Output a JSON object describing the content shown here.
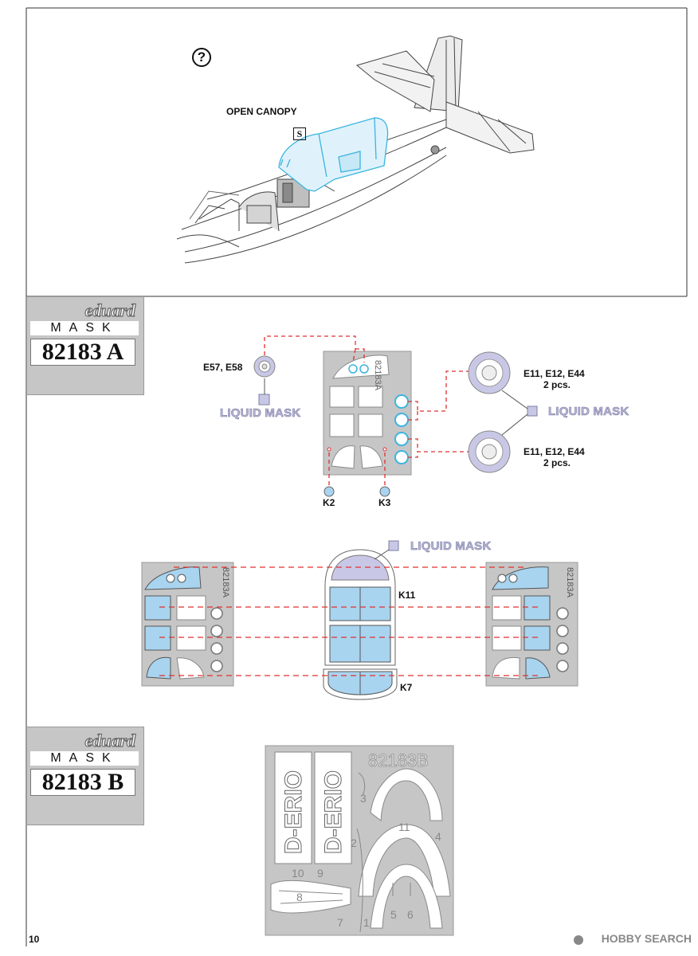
{
  "header": {
    "help_symbol": "?",
    "open_canopy_label": "OPEN CANOPY",
    "step_marker": "S"
  },
  "mask_a": {
    "brand": "eduard",
    "type": "MASK",
    "code": "82183 A",
    "sheet_code": "82183A",
    "e57_label": "E57, E58",
    "e11_label_top": "E11, E12, E44",
    "pcs_top": "2 pcs.",
    "e11_label_bottom": "E11, E12, E44",
    "pcs_bottom": "2 pcs.",
    "liquid_mask_left": "LIQUID MASK",
    "liquid_mask_right": "LIQUID MASK",
    "k2_label": "K2",
    "k3_label": "K3"
  },
  "canopy": {
    "liquid_mask": "LIQUID MASK",
    "k11_label": "K11",
    "k7_label": "K7",
    "sheet_code_left": "82183A",
    "sheet_code_right": "82183A"
  },
  "mask_b": {
    "brand": "eduard",
    "type": "MASK",
    "code": "82183 B",
    "sheet_code": "82183B",
    "registration_1": "D-ERIO",
    "registration_2": "D-ERIO",
    "part_numbers": [
      "1",
      "2",
      "3",
      "4",
      "5",
      "6",
      "7",
      "8",
      "9",
      "10",
      "11"
    ]
  },
  "footer": {
    "page_number": "10",
    "watermark": "HOBBY SEARCH"
  },
  "colors": {
    "mask_blue": "#a8d4ef",
    "mask_gray": "#c6c6c6",
    "liquid_lavender": "#c8c8e6",
    "callout_red": "#e03030",
    "outline_cyan": "#3ab4df"
  }
}
